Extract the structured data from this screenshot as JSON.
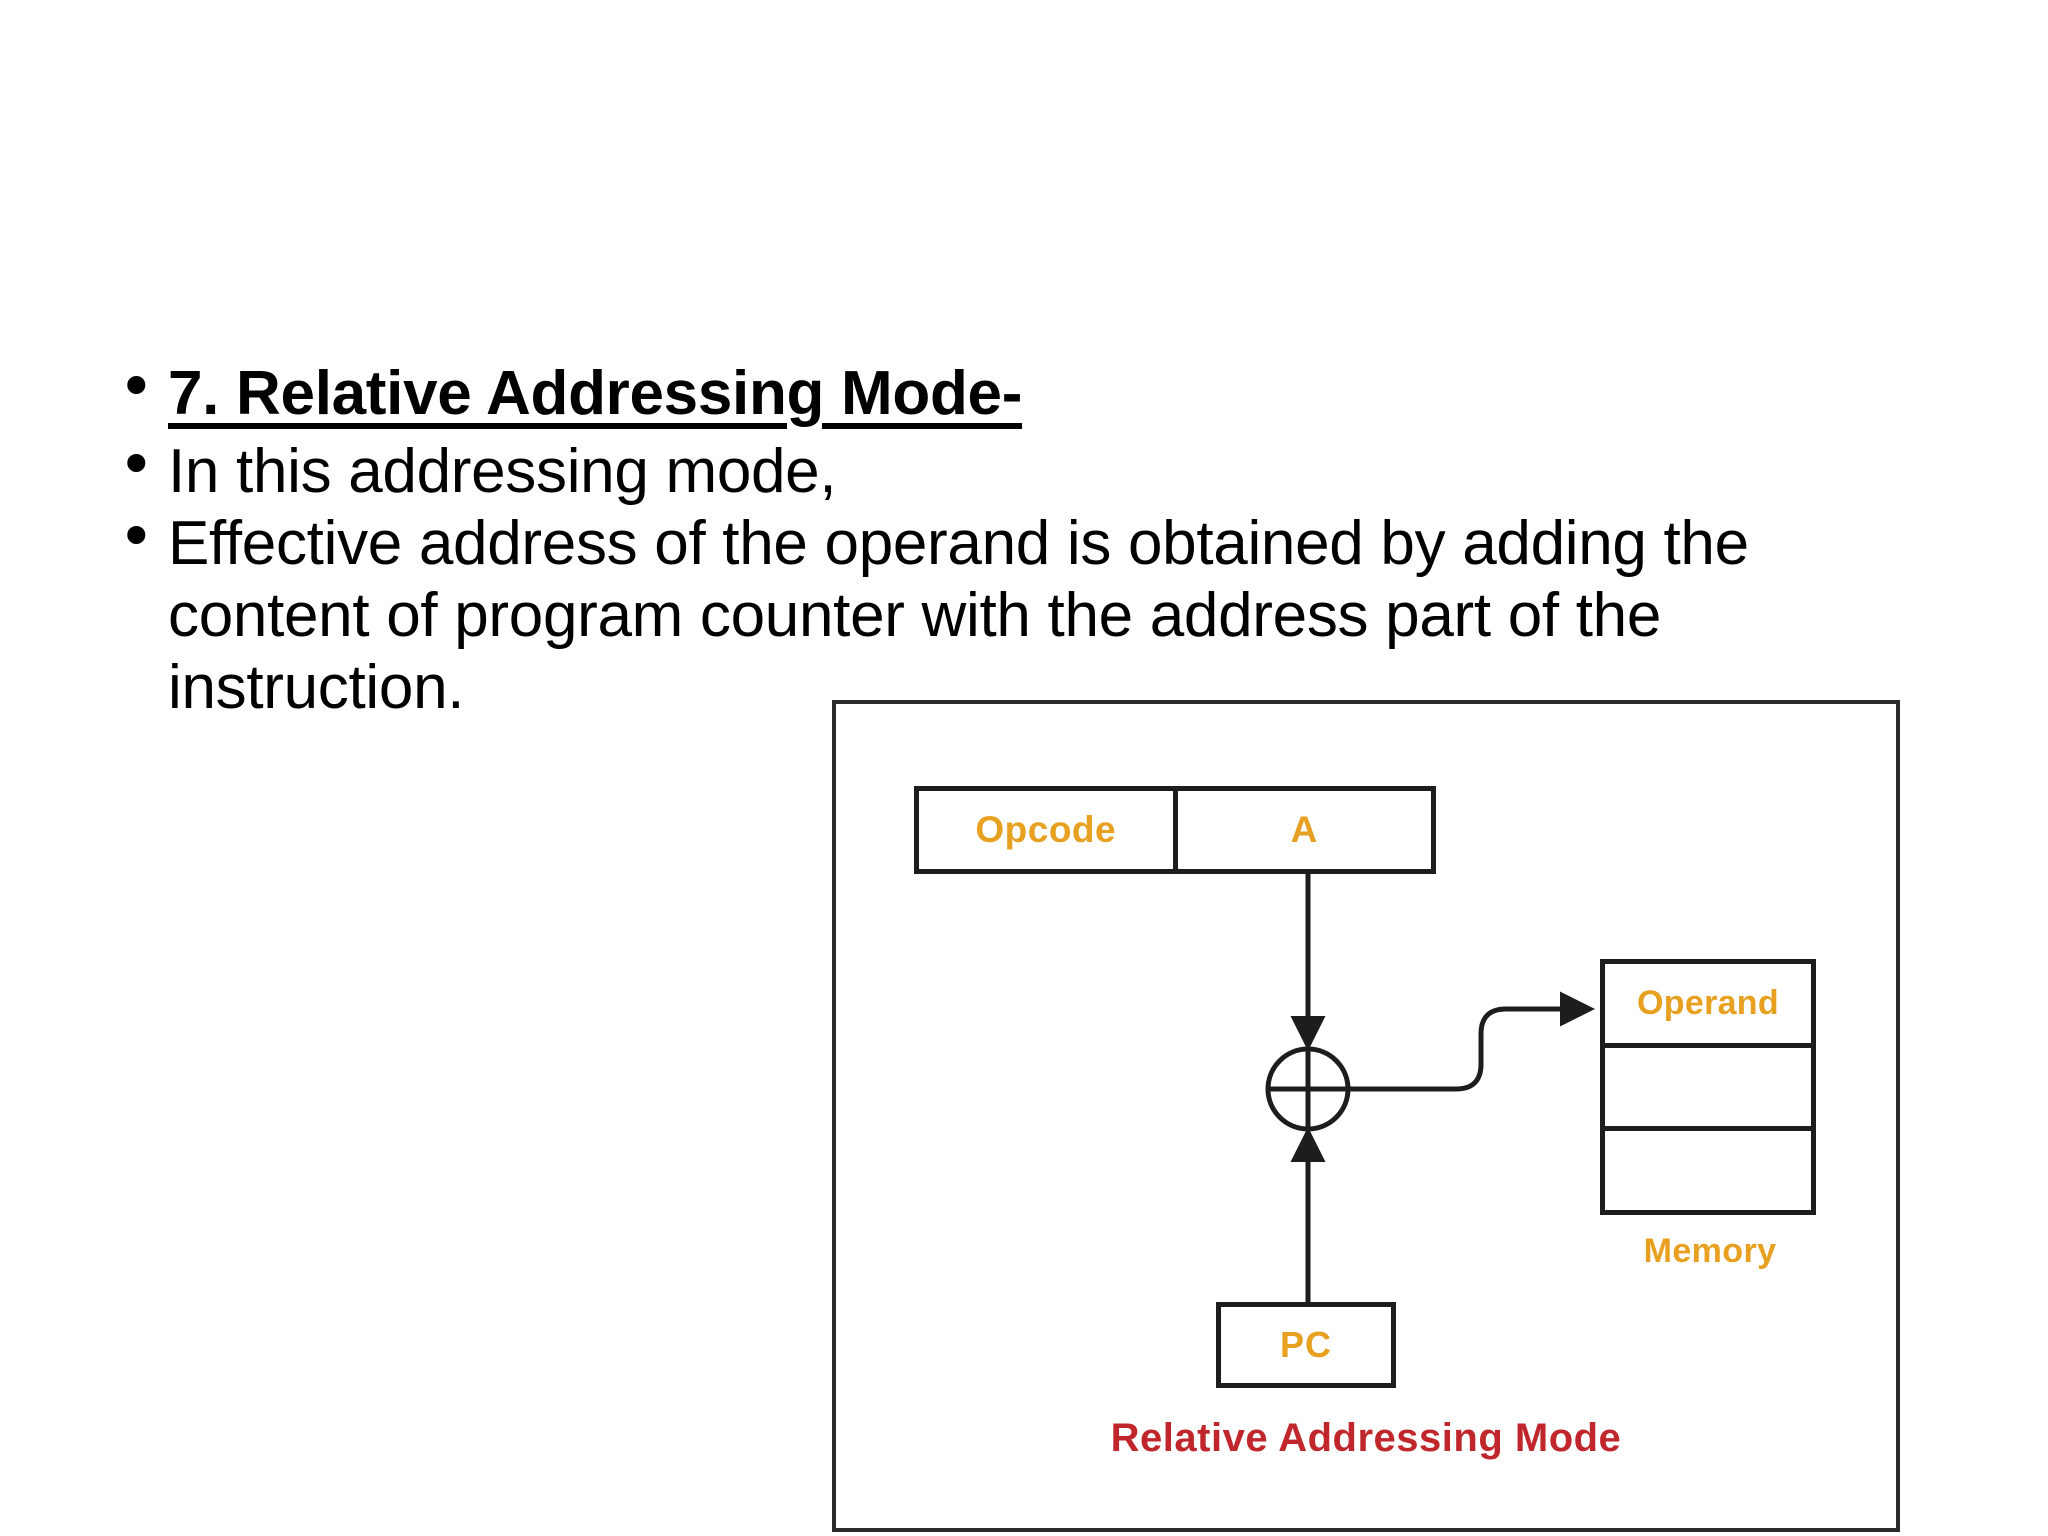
{
  "slide": {
    "bullets": [
      {
        "marker": "•",
        "text": "7. Relative Addressing Mode-",
        "style": "bold-underline"
      },
      {
        "marker": "•",
        "text": "In this addressing mode,"
      },
      {
        "marker": "•",
        "text": "Effective address of the operand is obtained by adding the content of program counter with the address part of the instruction."
      }
    ]
  },
  "diagram": {
    "caption": "Relative Addressing Mode",
    "instruction": {
      "opcode_label": "Opcode",
      "address_label": "A"
    },
    "memory": {
      "label": "Memory",
      "cells": [
        "Operand",
        "",
        ""
      ]
    },
    "pc": {
      "label": "PC"
    },
    "adder": {
      "symbol": "+"
    },
    "colors": {
      "box_text": "#E8A020",
      "caption_text": "#C0272D",
      "line": "#1d1d1d",
      "frame": "#2b2b2b",
      "background": "#ffffff"
    }
  }
}
